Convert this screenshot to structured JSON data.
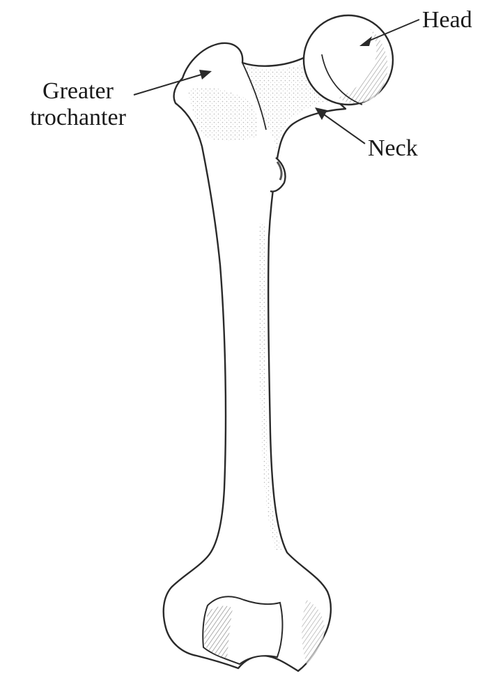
{
  "labels": {
    "head": "Head",
    "greater_trochanter_line1": "Greater",
    "greater_trochanter_line2": "trochanter",
    "neck": "Neck"
  },
  "colors": {
    "line": "#2a2a2a",
    "shade": "#9a9a9a",
    "background": "#ffffff"
  }
}
